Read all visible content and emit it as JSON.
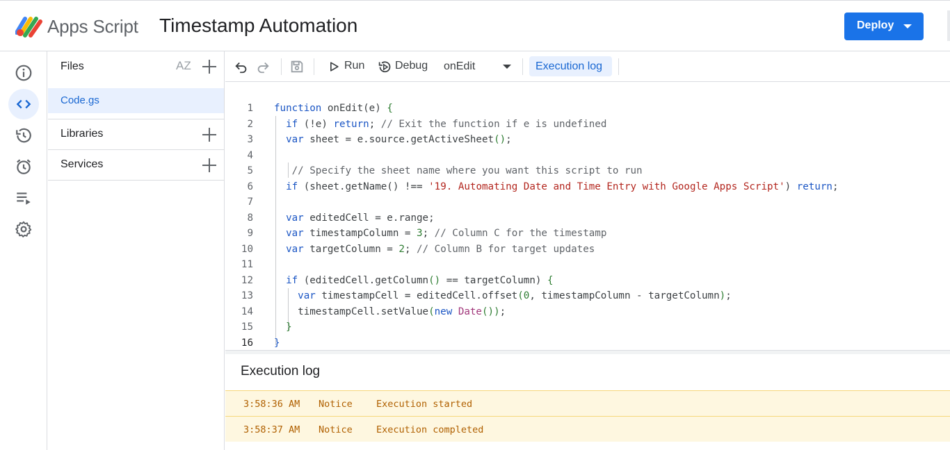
{
  "header": {
    "app_name": "Apps Script",
    "project_title": "Timestamp Automation",
    "deploy_label": "Deploy",
    "brand_color": "#1a73e8"
  },
  "rail": {
    "items": [
      {
        "icon": "info-icon",
        "label": "Overview"
      },
      {
        "icon": "code-icon",
        "label": "Editor",
        "active": true
      },
      {
        "icon": "history-icon",
        "label": "Project history"
      },
      {
        "icon": "alarm-icon",
        "label": "Triggers"
      },
      {
        "icon": "executions-icon",
        "label": "Executions"
      },
      {
        "icon": "gear-icon",
        "label": "Project Settings"
      }
    ]
  },
  "files_panel": {
    "title": "Files",
    "sort_label": "AZ",
    "files": [
      "Code.gs"
    ],
    "libraries_label": "Libraries",
    "services_label": "Services"
  },
  "toolbar": {
    "run_label": "Run",
    "debug_label": "Debug",
    "function_selected": "onEdit",
    "exec_log_label": "Execution log"
  },
  "editor": {
    "line_numbers": [
      "1",
      "2",
      "3",
      "4",
      "5",
      "6",
      "7",
      "8",
      "9",
      "10",
      "11",
      "12",
      "13",
      "14",
      "15",
      "16"
    ]
  },
  "log": {
    "title": "Execution log",
    "entries": [
      {
        "time": "3:58:36 AM",
        "level": "Notice",
        "message": "Execution started"
      },
      {
        "time": "3:58:37 AM",
        "level": "Notice",
        "message": "Execution completed"
      }
    ]
  }
}
